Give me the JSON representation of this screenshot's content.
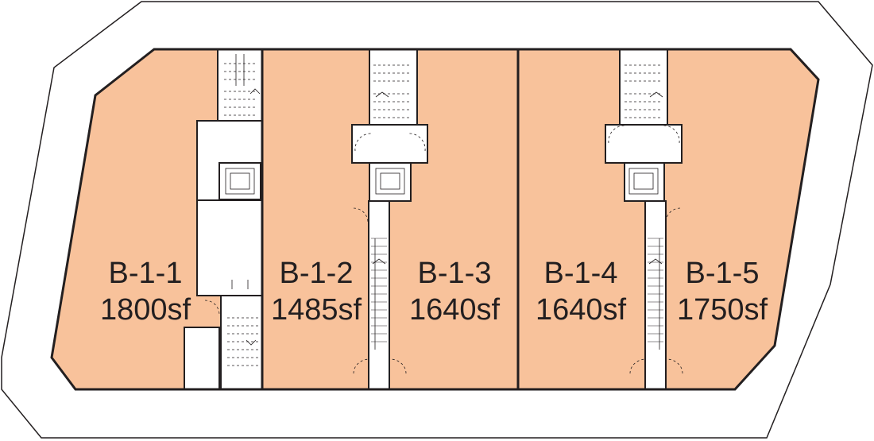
{
  "units": [
    {
      "id": "B-1-1",
      "area": "1800sf"
    },
    {
      "id": "B-1-2",
      "area": "1485sf"
    },
    {
      "id": "B-1-3",
      "area": "1640sf"
    },
    {
      "id": "B-1-4",
      "area": "1640sf"
    },
    {
      "id": "B-1-5",
      "area": "1750sf"
    }
  ],
  "colors": {
    "unit_fill": "#f8c29b",
    "line": "#231f20",
    "background": "#ffffff"
  }
}
